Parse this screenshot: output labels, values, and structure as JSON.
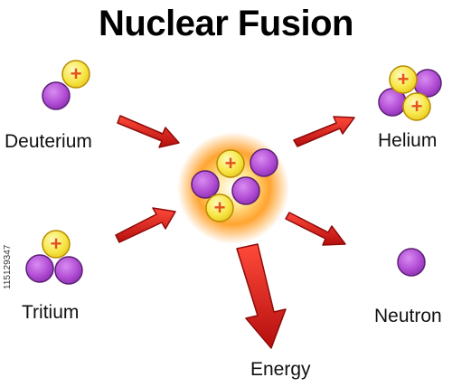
{
  "title": "Nuclear Fusion",
  "labels": {
    "deuterium": "Deuterium",
    "tritium": "Tritium",
    "helium": "Helium",
    "neutron": "Neutron",
    "energy": "Energy"
  },
  "proton_symbol": "+",
  "stock_id": "115129347",
  "colors": {
    "neutron_fill": "#b34fd6",
    "neutron_stroke": "#5a1f73",
    "proton_fill": "#f7e84a",
    "proton_stroke": "#b98a00",
    "proton_plus": "#e2521a",
    "arrow_fill": "#d81f1f",
    "arrow_dark": "#8f0b0b",
    "glow": "#ff9a1a"
  }
}
